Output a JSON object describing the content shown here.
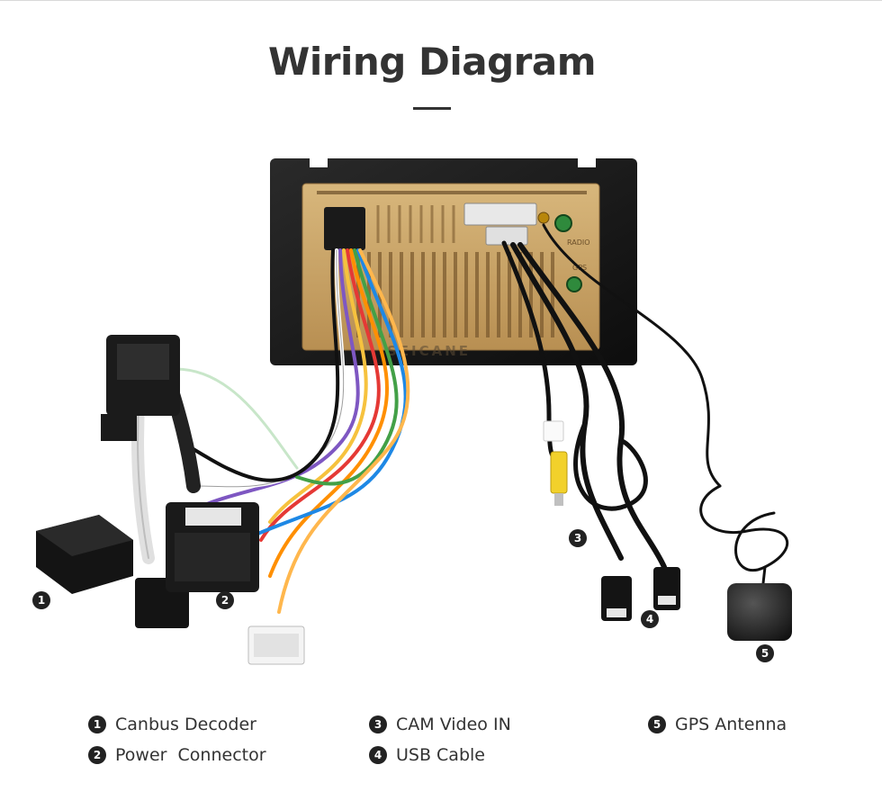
{
  "title": "Wiring Diagram",
  "unit": {
    "brand_watermark": "SEICANE",
    "label_radio": "RADIO",
    "label_gps": "GPS"
  },
  "markers": [
    "1",
    "2",
    "3",
    "4",
    "5"
  ],
  "legend": [
    {
      "number": "1",
      "label": "Canbus Decoder"
    },
    {
      "number": "2",
      "label": "Power  Connector"
    },
    {
      "number": "3",
      "label": "CAM Video IN"
    },
    {
      "number": "4",
      "label": "USB Cable"
    },
    {
      "number": "5",
      "label": "GPS Antenna"
    }
  ],
  "colors": {
    "title": "#333333",
    "head_unit_frame": "#1a1a1a",
    "head_unit_back": "#c9a56a",
    "cable_black": "#111111",
    "rca_yellow": "#f2d12b",
    "badge": "#222222"
  }
}
